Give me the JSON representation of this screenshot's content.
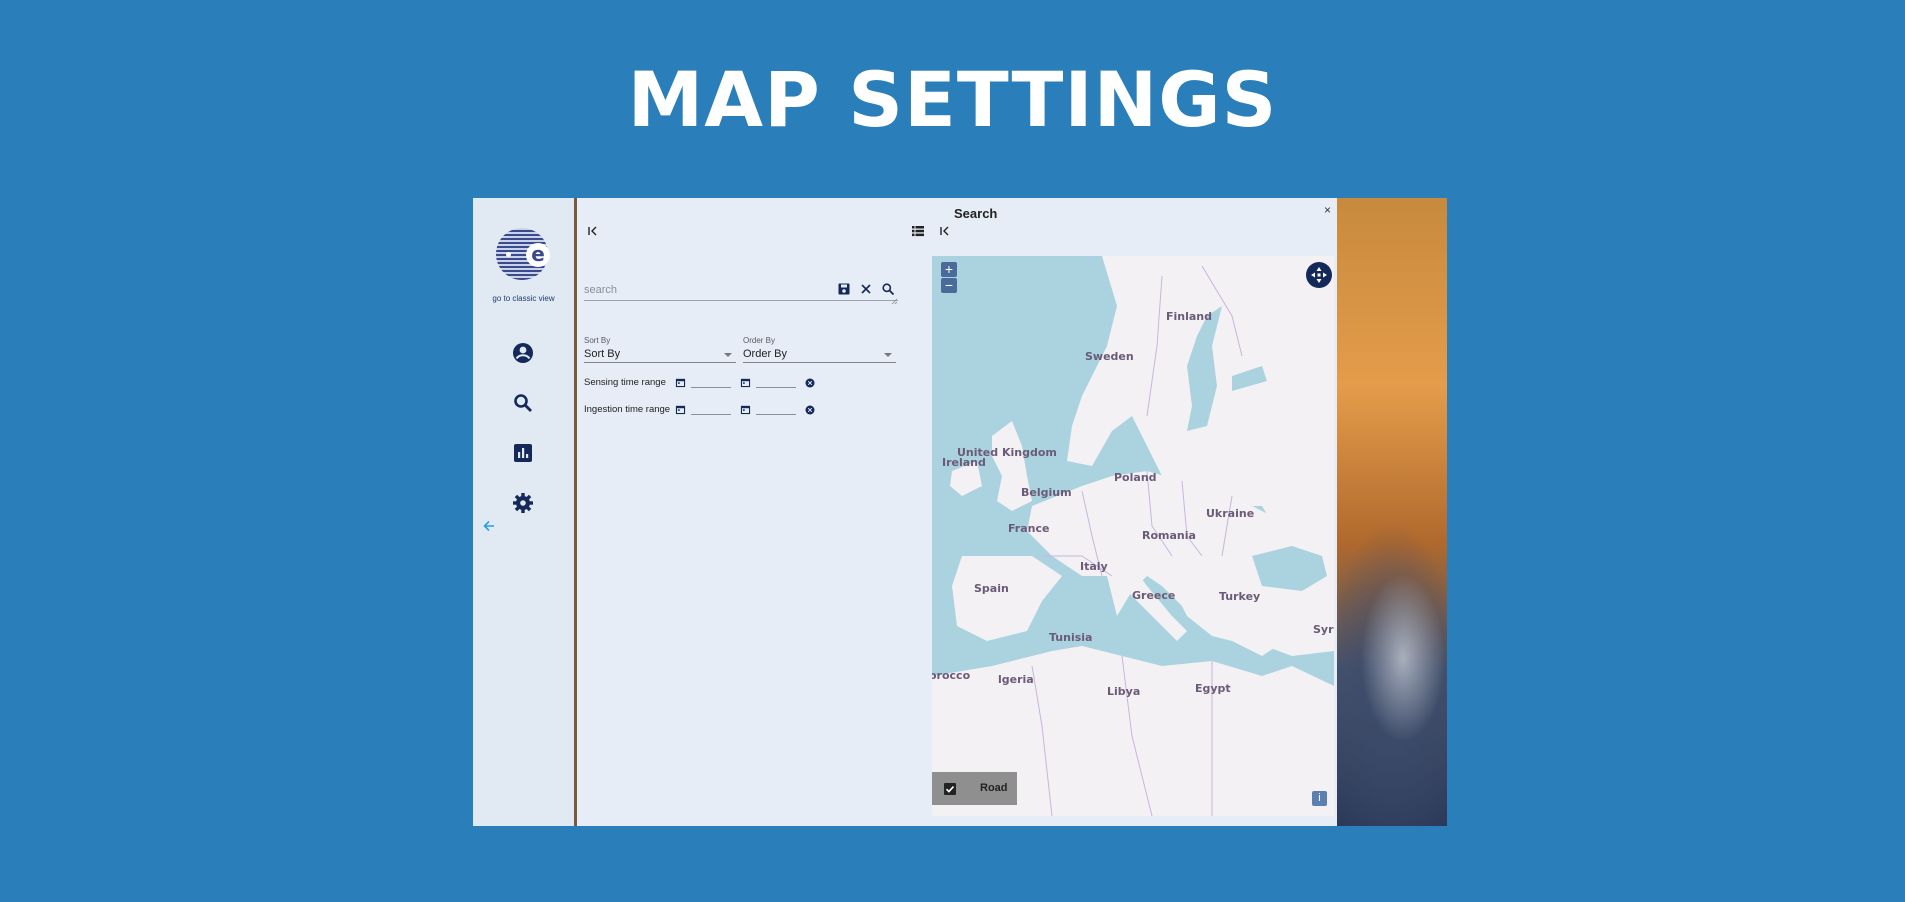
{
  "page": {
    "title": "MAP SETTINGS"
  },
  "sidebar": {
    "classic_view_link": "go to classic view",
    "items": [
      {
        "icon": "account-icon"
      },
      {
        "icon": "search-icon"
      },
      {
        "icon": "chart-icon"
      },
      {
        "icon": "settings-icon"
      }
    ],
    "collapse_icon": "arrow-left-icon"
  },
  "search_panel": {
    "search": {
      "placeholder": "search",
      "value": ""
    },
    "actions": [
      "save-icon",
      "clear-icon",
      "search-icon"
    ],
    "sort_by": {
      "label": "Sort By",
      "value": "Sort By"
    },
    "order_by": {
      "label": "Order By",
      "value": "Order By"
    },
    "sensing_range_label": "Sensing time range",
    "ingestion_range_label": "Ingestion time range"
  },
  "map_window": {
    "title": "Search",
    "close": "×",
    "zoom_in": "+",
    "zoom_out": "−",
    "road_label": "Road",
    "road_checked": true,
    "info": "i",
    "countries": [
      "Finland",
      "Sweden",
      "United Kingdom",
      "Ireland",
      "Poland",
      "Belgium",
      "Ukraine",
      "France",
      "Romania",
      "Italy",
      "Spain",
      "Greece",
      "Turkey",
      "Syri",
      "Tunisia",
      "orocco",
      "lgeria",
      "Libya",
      "Egypt"
    ]
  },
  "colors": {
    "background": "#2a7fba",
    "accent": "#14295a",
    "water": "#aad3df"
  }
}
